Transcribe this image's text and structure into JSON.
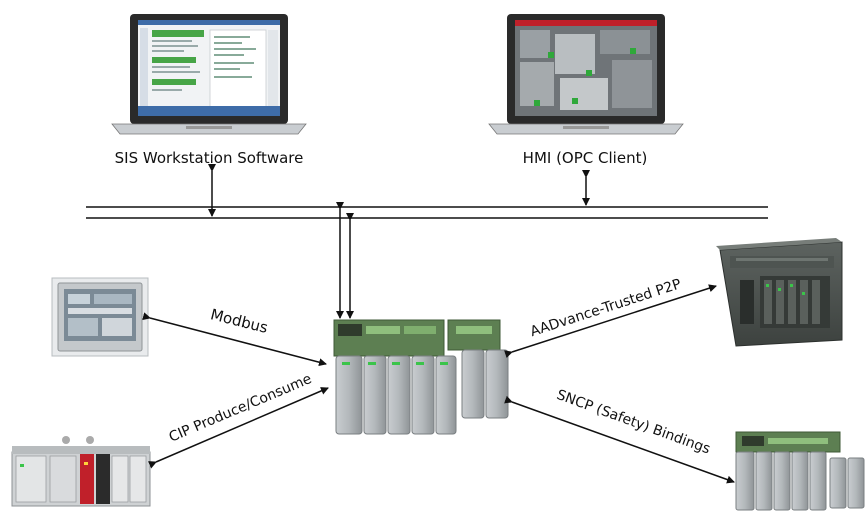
{
  "nodes": {
    "sis_workstation": {
      "label": "SIS Workstation Software",
      "icon": "laptop-icon"
    },
    "hmi": {
      "label": "HMI (OPC Client)",
      "icon": "laptop-icon"
    },
    "panel_view": {
      "icon": "touch-panel-icon"
    },
    "controller": {
      "icon": "safety-controller-icon"
    },
    "trusted_system": {
      "icon": "trusted-cabinet-icon"
    },
    "plc_left": {
      "icon": "plc-rack-icon"
    },
    "aadvance_right": {
      "icon": "aadvance-rack-icon"
    }
  },
  "connections": {
    "modbus": "Modbus",
    "cip": "CIP Produce/Consume",
    "p2p": "AADvance-Trusted P2P",
    "sncp": "SNCP (Safety) Bindings"
  },
  "colors": {
    "line": "#111111",
    "laptop_body": "#2a2a2a",
    "controller_grey": "#9ea3a6",
    "terminal_green": "#4a8f3c",
    "plc_red": "#c0202a"
  }
}
